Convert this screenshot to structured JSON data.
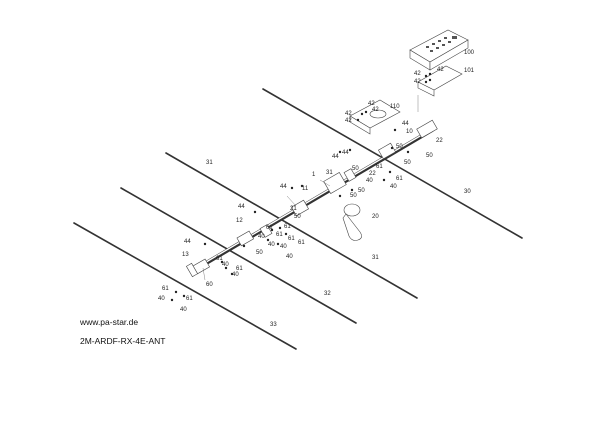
{
  "footer": {
    "website": "www.pa-star.de",
    "model": "2M-ARDF-RX-4E-ANT"
  },
  "labels": {
    "l100": "100",
    "l101": "101",
    "l110": "110",
    "l10": "10",
    "l22": "22",
    "l30": "30",
    "l31a": "31",
    "l31b": "31",
    "l31c": "31",
    "l32": "32",
    "l33": "33",
    "l1": "1",
    "l11": "11",
    "l12": "12",
    "l13": "13",
    "l20": "20",
    "l21": "21",
    "l44": "44",
    "l50": "50",
    "l60": "60",
    "l61": "61",
    "l40": "40",
    "l42": "42"
  }
}
